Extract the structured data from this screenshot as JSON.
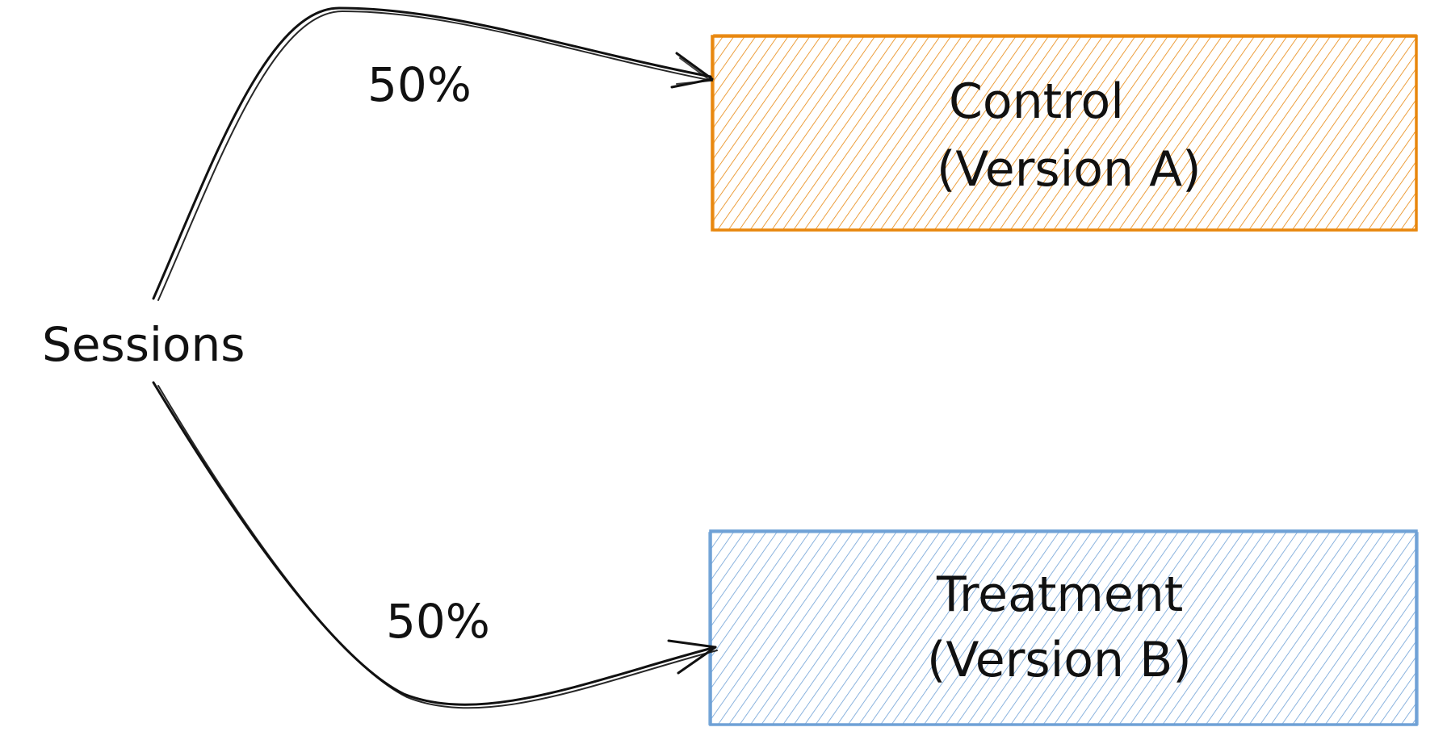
{
  "diagram": {
    "source_label": "Sessions",
    "colors": {
      "control": "#e8870e",
      "treatment": "#6fa1d6",
      "ink": "#111111"
    },
    "branches": [
      {
        "percent_label": "50%",
        "box_line1": "Control",
        "box_line2": "(Version A)"
      },
      {
        "percent_label": "50%",
        "box_line1": "Treatment",
        "box_line2": "(Version B)"
      }
    ]
  }
}
